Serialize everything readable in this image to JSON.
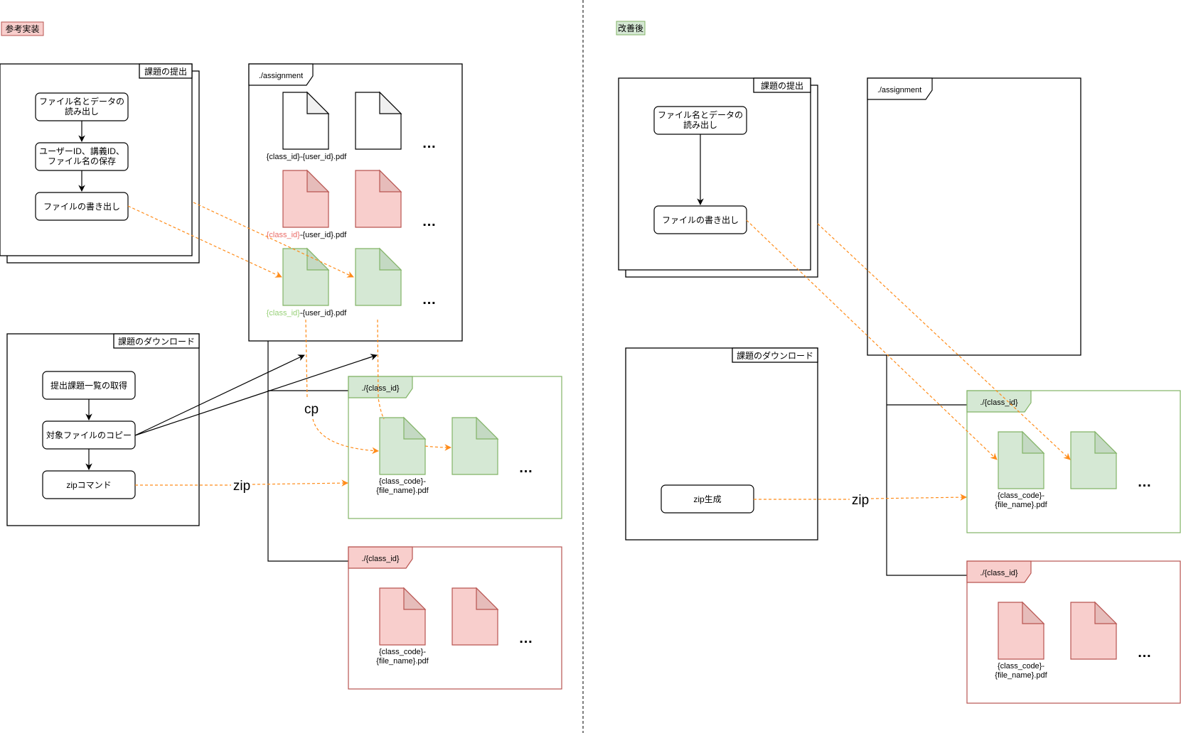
{
  "colors": {
    "red_fill": "#f8cecc",
    "red_stroke": "#b85450",
    "red_text": "#ea6b66",
    "green_fill": "#d5e8d4",
    "green_stroke": "#82b366",
    "green_text": "#97d077",
    "orange": "#ff8c1a",
    "white_fold": "#f0f0f0"
  },
  "left": {
    "badge": "参考実装",
    "submit_frame": {
      "title": "課題の提出",
      "steps": [
        "ファイル名とデータの",
        "読み出し",
        "ユーザーID、講義ID、",
        "ファイル名の保存",
        "ファイルの書き出し"
      ]
    },
    "assignment_folder": {
      "title": "./assignment",
      "row1_label": "{class_id}-{user_id}.pdf",
      "row2_label_prefix": "{class_id}",
      "row2_label_suffix": "-{user_id}.pdf",
      "row3_label_prefix": "{class_id}",
      "row3_label_suffix": "-{user_id}.pdf",
      "ellipsis": "…"
    },
    "download_frame": {
      "title": "課題のダウンロード",
      "steps": [
        "提出課題一覧の取得",
        "対象ファイルのコピー",
        "zipコマンド"
      ]
    },
    "cp_label": "cp",
    "zip_label": "zip",
    "green_folder": {
      "title": "./{class_id}",
      "file_label_1": "{class_code}-",
      "file_label_2": "{file_name}.pdf",
      "ellipsis": "…"
    },
    "red_folder": {
      "title": "./{class_id}",
      "file_label_1": "{class_code}-",
      "file_label_2": "{file_name}.pdf",
      "ellipsis": "…"
    }
  },
  "right": {
    "badge": "改善後",
    "submit_frame": {
      "title": "課題の提出",
      "steps": [
        "ファイル名とデータの",
        "読み出し",
        "ファイルの書き出し"
      ]
    },
    "assignment_folder": {
      "title": "./assignment"
    },
    "download_frame": {
      "title": "課題のダウンロード",
      "steps": [
        "zip生成"
      ]
    },
    "zip_label": "zip",
    "green_folder": {
      "title": "./{class_id}",
      "file_label_1": "{class_code}-",
      "file_label_2": "{file_name}.pdf",
      "ellipsis": "…"
    },
    "red_folder": {
      "title": "./{class_id}",
      "file_label_1": "{class_code}-",
      "file_label_2": "{file_name}.pdf",
      "ellipsis": "…"
    }
  }
}
